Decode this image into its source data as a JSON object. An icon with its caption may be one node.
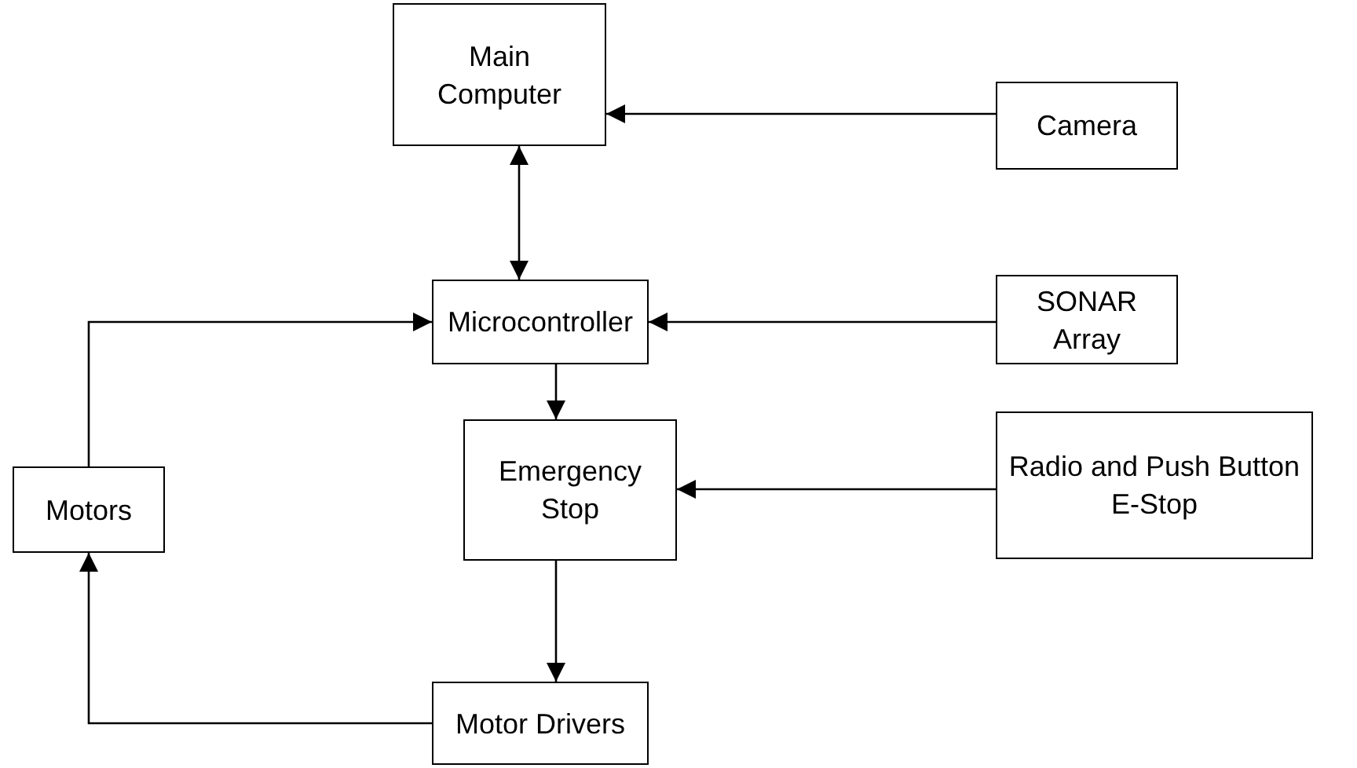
{
  "diagram": {
    "nodes": [
      {
        "text": [
          "Main Computer"
        ]
      },
      {
        "text": [
          "Camera"
        ]
      },
      {
        "text": [
          "Microcontroller"
        ]
      },
      {
        "text": [
          "SONAR Array"
        ]
      },
      {
        "text": [
          "Motors"
        ]
      },
      {
        "text": [
          "Emergency Stop"
        ]
      },
      {
        "text": [
          "Radio and Push Button E-Stop"
        ]
      },
      {
        "text": [
          "Motor Drivers"
        ]
      }
    ],
    "edges": [
      {
        "from": 1,
        "to": 0,
        "arrow": "to"
      },
      {
        "from": 0,
        "to": 2,
        "arrow": "both"
      },
      {
        "from": 3,
        "to": 2,
        "arrow": "to"
      },
      {
        "from": 2,
        "to": 5,
        "arrow": "to"
      },
      {
        "from": 6,
        "to": 5,
        "arrow": "to"
      },
      {
        "from": 5,
        "to": 7,
        "arrow": "to"
      },
      {
        "from": 7,
        "to": 4,
        "arrow": "to"
      },
      {
        "from": 4,
        "to": 2,
        "arrow": "to"
      }
    ]
  }
}
